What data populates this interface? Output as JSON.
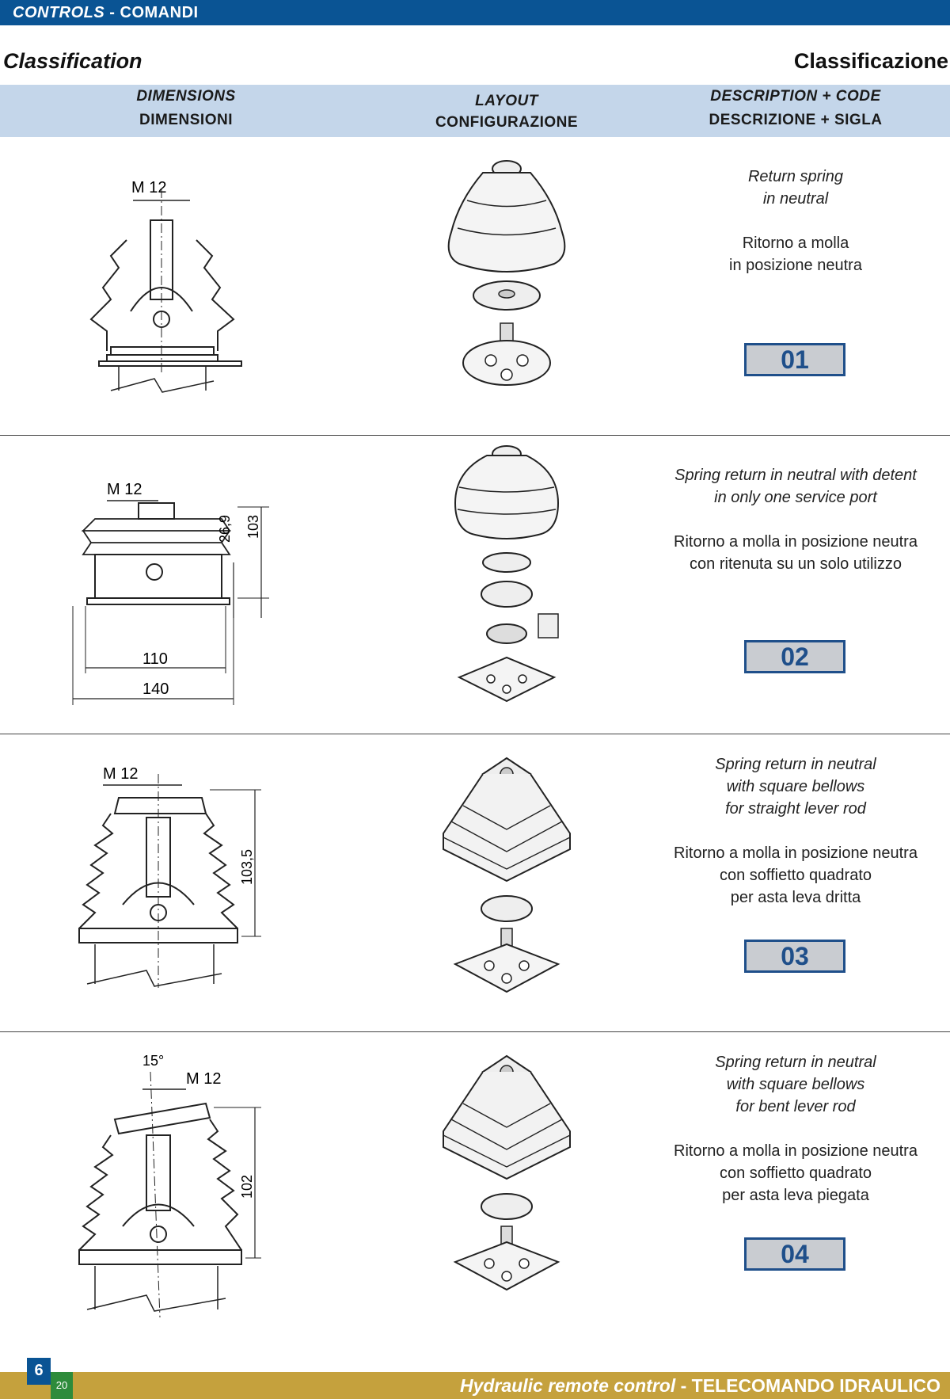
{
  "header": {
    "section_en": "CONTROLS",
    "separator": "-",
    "section_it": "COMANDI"
  },
  "title": {
    "en": "Classification",
    "it": "Classificazione"
  },
  "table_header": {
    "dimensions_en": "DIMENSIONS",
    "dimensions_it": "DIMENSIONI",
    "layout_en": "LAYOUT",
    "layout_it": "CONFIGURAZIONE",
    "description_en": "DESCRIPTION + CODE",
    "description_it": "DESCRIZIONE + SIGLA"
  },
  "rows": [
    {
      "code": "01",
      "desc_en": [
        "Return spring",
        "in neutral"
      ],
      "desc_it": [
        "Ritorno a molla",
        "in posizione neutra"
      ],
      "dims": {
        "thread": "M 12"
      }
    },
    {
      "code": "02",
      "desc_en": [
        "Spring return in neutral with detent",
        "in only one service port"
      ],
      "desc_it": [
        "Ritorno a molla in posizione neutra",
        "con ritenuta su un solo utilizzo"
      ],
      "dims": {
        "thread": "M 12",
        "h1": "26,9",
        "h2": "103",
        "w1": "110",
        "w2": "140"
      }
    },
    {
      "code": "03",
      "desc_en": [
        "Spring return in neutral",
        "with square bellows",
        "for straight lever rod"
      ],
      "desc_it": [
        "Ritorno a molla in posizione neutra",
        "con soffietto quadrato",
        "per asta leva dritta"
      ],
      "dims": {
        "thread": "M 12",
        "h": "103,5"
      }
    },
    {
      "code": "04",
      "desc_en": [
        "Spring return in neutral",
        "with square bellows",
        "for bent lever rod"
      ],
      "desc_it": [
        "Ritorno a molla in posizione neutra",
        "con soffietto quadrato",
        "per asta leva piegata"
      ],
      "dims": {
        "thread": "M 12",
        "angle": "15°",
        "h": "102"
      }
    }
  ],
  "footer": {
    "page_number": "6",
    "sub_page": "20",
    "text_en": "Hydraulic remote control",
    "separator": "-",
    "text_it": "TELECOMANDO IDRAULICO"
  },
  "colors": {
    "top_bar": "#0a5494",
    "header_band": "#c4d6ea",
    "code_border": "#1f4f8a",
    "code_fill": "#c9ccd1",
    "footer_bar": "#c5a13d"
  }
}
